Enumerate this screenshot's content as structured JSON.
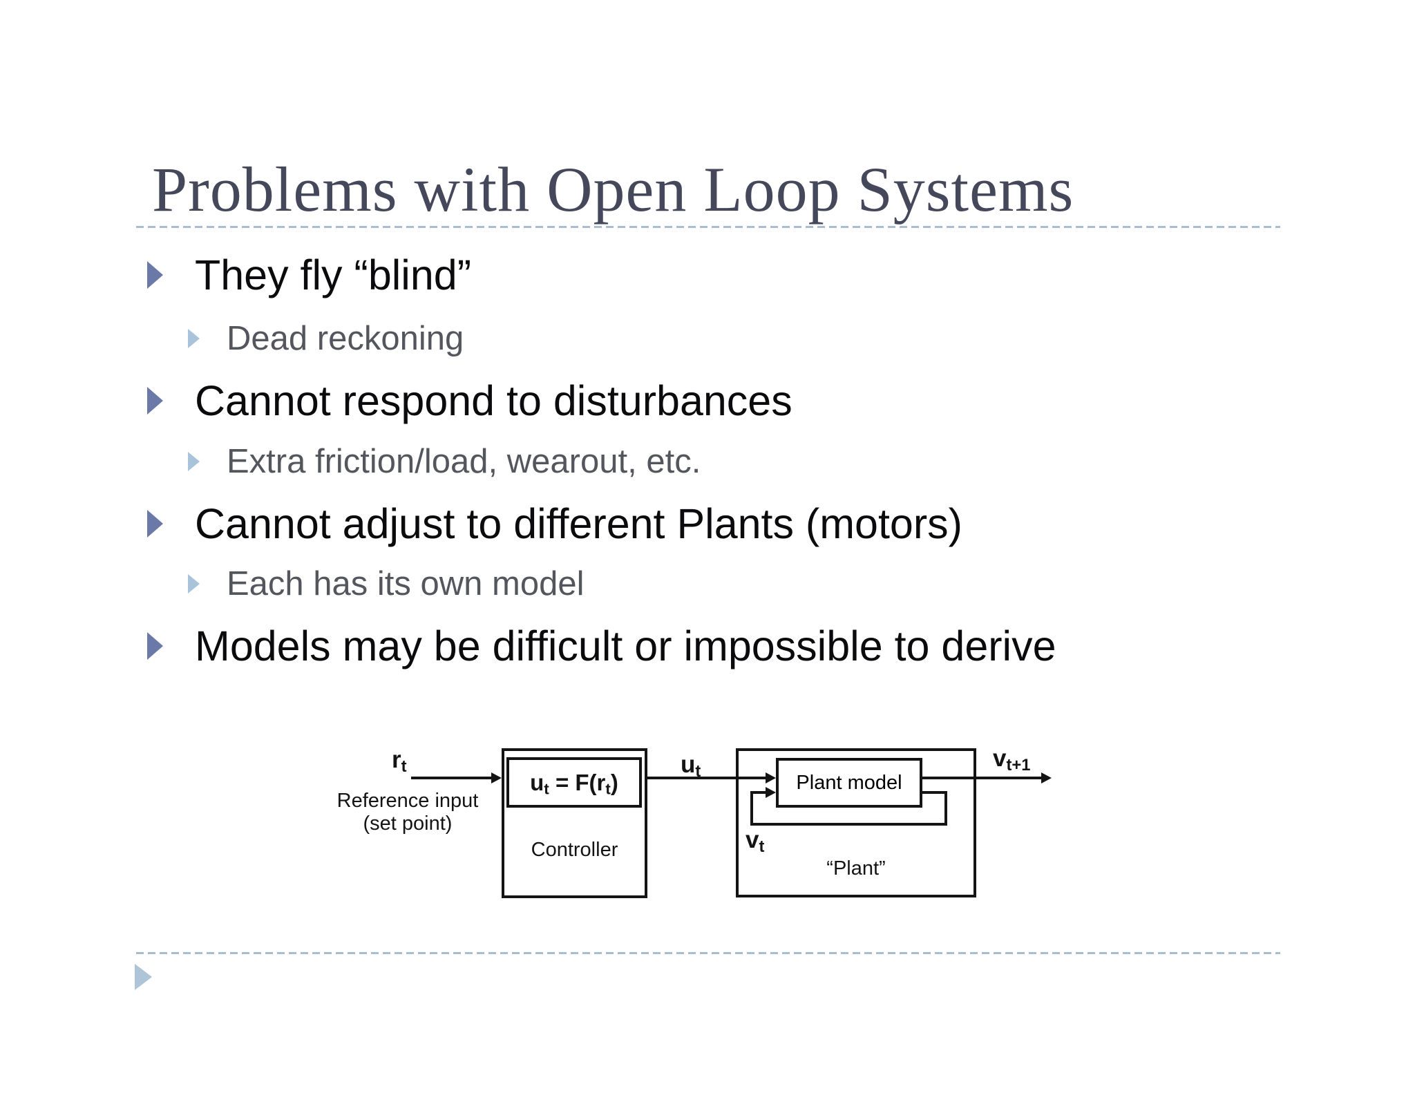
{
  "slide": {
    "title": "Problems with Open Loop Systems",
    "bullets": [
      {
        "level": 1,
        "text": "They fly “blind”"
      },
      {
        "level": 2,
        "text": "Dead reckoning"
      },
      {
        "level": 1,
        "text": "Cannot respond to disturbances"
      },
      {
        "level": 2,
        "text": "Extra friction/load, wearout, etc."
      },
      {
        "level": 1,
        "text": "Cannot adjust to different Plants (motors)"
      },
      {
        "level": 2,
        "text": "Each has its own model"
      },
      {
        "level": 1,
        "text": "Models may be difficult or impossible to derive"
      }
    ]
  },
  "diagram": {
    "r_label": {
      "base": "r",
      "sub": "t"
    },
    "reference_caption": {
      "line1": "Reference input",
      "line2": "(set point)"
    },
    "controller": {
      "formula": {
        "p1": "u",
        "s1": "t",
        "p2": " = F(r",
        "s2": "t",
        "p3": ")"
      },
      "label": "Controller"
    },
    "u_label": {
      "base": "u",
      "sub": "t"
    },
    "plant": {
      "model_label": "Plant model",
      "label": "“Plant”",
      "v_label": {
        "base": "v",
        "sub": "t"
      }
    },
    "v_next_label": {
      "base": "v",
      "sub": "t+1"
    }
  },
  "colors": {
    "title_text": "#45485a",
    "bullet_l1_marker": "#6b79a8",
    "bullet_l2_marker": "#a9c3da",
    "bullet_l1_text": "#0b0b0d",
    "bullet_l2_text": "#54565e",
    "dashed_rule": "#a8bdd2",
    "footer_marker": "#aec4d8",
    "diagram_ink": "#141414"
  }
}
